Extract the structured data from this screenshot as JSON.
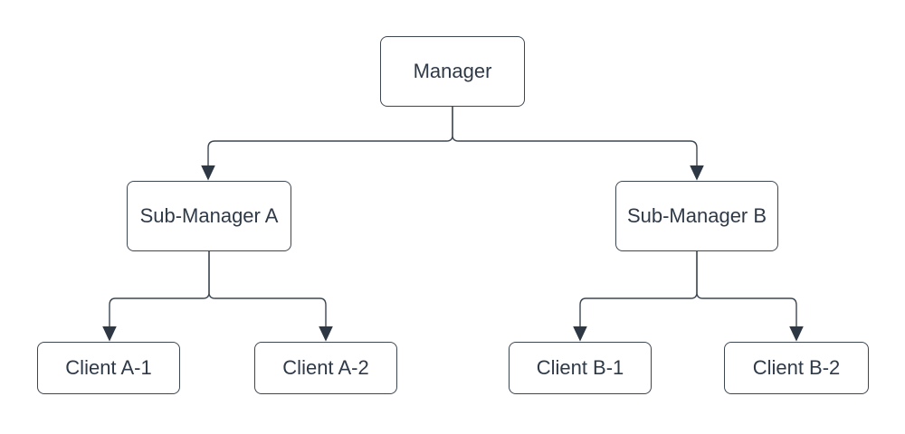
{
  "diagram": {
    "type": "org-chart",
    "colors": {
      "background": "#ffffff",
      "node_fill": "#ffffff",
      "node_border": "#3d4752",
      "text_color": "#2f3a48",
      "connector": "#3d4752",
      "arrow_fill": "#2e3844"
    },
    "nodes": [
      {
        "id": "manager",
        "label": "Manager"
      },
      {
        "id": "sub-manager-a",
        "label": "Sub-Manager A"
      },
      {
        "id": "sub-manager-b",
        "label": "Sub-Manager B"
      },
      {
        "id": "client-a-1",
        "label": "Client A-1"
      },
      {
        "id": "client-a-2",
        "label": "Client A-2"
      },
      {
        "id": "client-b-1",
        "label": "Client B-1"
      },
      {
        "id": "client-b-2",
        "label": "Client B-2"
      }
    ],
    "edges": [
      {
        "from": "manager",
        "to": "sub-manager-a"
      },
      {
        "from": "manager",
        "to": "sub-manager-b"
      },
      {
        "from": "sub-manager-a",
        "to": "client-a-1"
      },
      {
        "from": "sub-manager-a",
        "to": "client-a-2"
      },
      {
        "from": "sub-manager-b",
        "to": "client-b-1"
      },
      {
        "from": "sub-manager-b",
        "to": "client-b-2"
      }
    ]
  }
}
